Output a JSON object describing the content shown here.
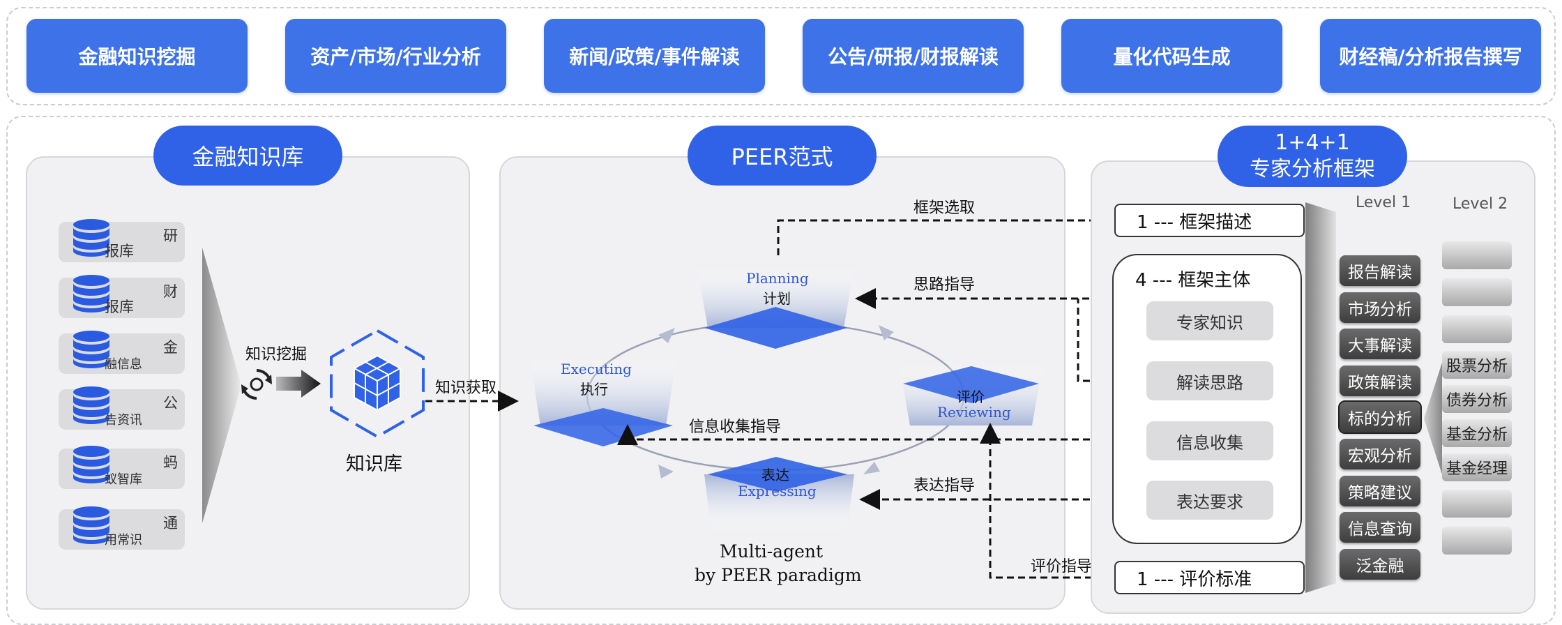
{
  "capabilities": [
    "金融知识挖掘",
    "资产/市场/行业分析",
    "新闻/政策/事件解读",
    "公告/研报/财报解读",
    "量化代码生成",
    "财经稿/分析报告撰写"
  ],
  "knowledge_panel": {
    "title": "金融知识库",
    "databases": [
      {
        "first": "研",
        "rest": "报库"
      },
      {
        "first": "财",
        "rest": "报库"
      },
      {
        "first": "金",
        "rest": "融信息"
      },
      {
        "first": "公",
        "rest": "告资讯"
      },
      {
        "first": "蚂",
        "rest": "蚁智库"
      },
      {
        "first": "通",
        "rest": "用常识"
      }
    ],
    "mining_label": "知识挖掘",
    "kb_label": "知识库"
  },
  "peer_panel": {
    "title": "PEER范式",
    "acquire_label": "知识获取",
    "planning_en": "Planning",
    "planning_zh": "计划",
    "executing_en": "Executing",
    "executing_zh": "执行",
    "reviewing_zh": "评价",
    "reviewing_en": "Reviewing",
    "expressing_zh": "表达",
    "expressing_en": "Expressing",
    "caption_line1": "Multi-agent",
    "caption_line2": "by PEER paradigm",
    "flow_labels": {
      "framework_select": "框架选取",
      "thinking_guide": "思路指导",
      "info_guide": "信息收集指导",
      "express_guide": "表达指导",
      "review_guide": "评价指导"
    }
  },
  "expert_panel": {
    "title_line1": "1+4+1",
    "title_line2": "专家分析框架",
    "level1_header": "Level 1",
    "level2_header": "Level 2",
    "frame_desc": "1 --- 框架描述",
    "frame_main": "4 --- 框架主体",
    "main_items": [
      "专家知识",
      "解读思路",
      "信息收集",
      "表达要求"
    ],
    "frame_eval": "1 --- 评价标准",
    "level1": [
      "报告解读",
      "市场分析",
      "大事解读",
      "政策解读",
      "标的分析",
      "宏观分析",
      "策略建议",
      "信息查询",
      "泛金融"
    ],
    "level2": [
      "",
      "",
      "",
      "股票分析",
      "债券分析",
      "基金分析",
      "基金经理",
      "",
      ""
    ]
  },
  "colors": {
    "accent": "#3d72e8",
    "pill": "#2f62e6",
    "panel": "#f1f1f3",
    "text_blue": "#2f55d4"
  }
}
